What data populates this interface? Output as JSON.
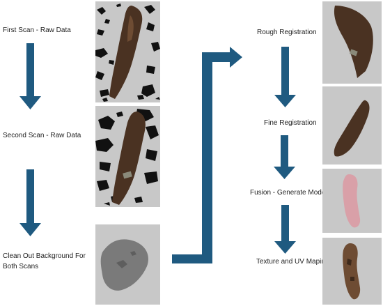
{
  "steps": {
    "first_scan": "First Scan - Raw Data",
    "second_scan": "Second Scan - Raw Data",
    "clean_background_line1": "Clean Out Background For",
    "clean_background_line2": "Both Scans",
    "rough_registration": "Rough Registration",
    "fine_registration": "Fine Registration",
    "fusion": "Fusion - Generate Model",
    "texture": "Texture and UV Maping"
  },
  "colors": {
    "arrow": "#1f5a80",
    "thumb_background": "#c8c8c8",
    "bone_dark": "#4a3222",
    "bone_mid": "#6e4c33",
    "scan_noise": "#111111",
    "cleaned_gray": "#7a7a7a",
    "fusion_pink": "#d9a0a8"
  }
}
